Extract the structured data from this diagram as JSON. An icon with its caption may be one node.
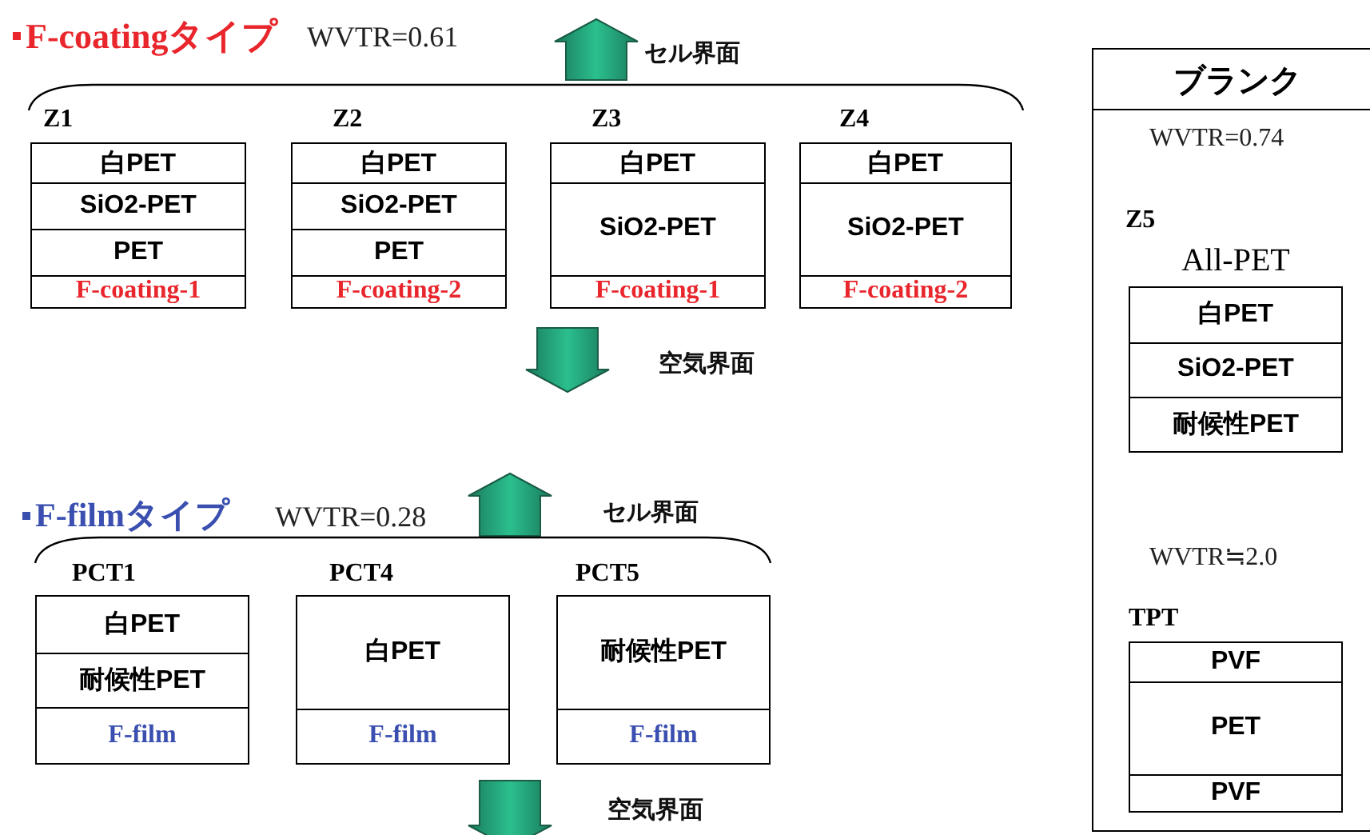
{
  "diagram": {
    "nodes": [
      {
        "text": [
          "Z1"
        ]
      },
      {
        "text": [
          "白PET"
        ],
        "in": 0
      },
      {
        "text": [
          "SiO2-PET"
        ],
        "in": 0
      },
      {
        "text": [
          "PET"
        ],
        "in": 0
      },
      {
        "text": [
          "F-coating-1"
        ],
        "in": 0
      },
      {
        "text": [
          "Z2"
        ]
      },
      {
        "text": [
          "白PET"
        ],
        "in": 5
      },
      {
        "text": [
          "SiO2-PET"
        ],
        "in": 5
      },
      {
        "text": [
          "PET"
        ],
        "in": 5
      },
      {
        "text": [
          "F-coating-2"
        ],
        "in": 5
      },
      {
        "text": [
          "Z3"
        ]
      },
      {
        "text": [
          "白PET"
        ],
        "in": 10
      },
      {
        "text": [
          "SiO2-PET"
        ],
        "in": 10
      },
      {
        "text": [
          "F-coating-1"
        ],
        "in": 10
      },
      {
        "text": [
          "Z4"
        ]
      },
      {
        "text": [
          "白PET"
        ],
        "in": 14
      },
      {
        "text": [
          "SiO2-PET"
        ],
        "in": 14
      },
      {
        "text": [
          "F-coating-2"
        ],
        "in": 14
      },
      {
        "text": [
          "PCT1"
        ]
      },
      {
        "text": [
          "白PET"
        ],
        "in": 18
      },
      {
        "text": [
          "耐候性PET"
        ],
        "in": 18
      },
      {
        "text": [
          "F-film"
        ],
        "in": 18
      },
      {
        "text": [
          "PCT4"
        ]
      },
      {
        "text": [
          "白PET"
        ],
        "in": 22
      },
      {
        "text": [
          "F-film"
        ],
        "in": 22
      },
      {
        "text": [
          "PCT5"
        ]
      },
      {
        "text": [
          "耐候性PET"
        ],
        "in": 25
      },
      {
        "text": [
          "F-film"
        ],
        "in": 25
      },
      {
        "text": [
          "ブランク"
        ]
      },
      {
        "text": [
          "Z5",
          "All-PET"
        ],
        "in": 28
      },
      {
        "text": [
          "白PET"
        ],
        "in": 29
      },
      {
        "text": [
          "SiO2-PET"
        ],
        "in": 29
      },
      {
        "text": [
          "耐候性PET"
        ],
        "in": 29
      },
      {
        "text": [
          "TPT"
        ],
        "in": 28
      },
      {
        "text": [
          "PVF"
        ],
        "in": 33
      },
      {
        "text": [
          "PET"
        ],
        "in": 33
      },
      {
        "text": [
          "PVF"
        ],
        "in": 33
      }
    ],
    "labels": [
      "F-coatingタイプ",
      "WVTR=0.61",
      "セル界面",
      "空気界面",
      "F-filmタイプ",
      "WVTR=0.28",
      "セル界面",
      "空気界面",
      "WVTR=0.74",
      "WVTR≒2.0"
    ]
  }
}
